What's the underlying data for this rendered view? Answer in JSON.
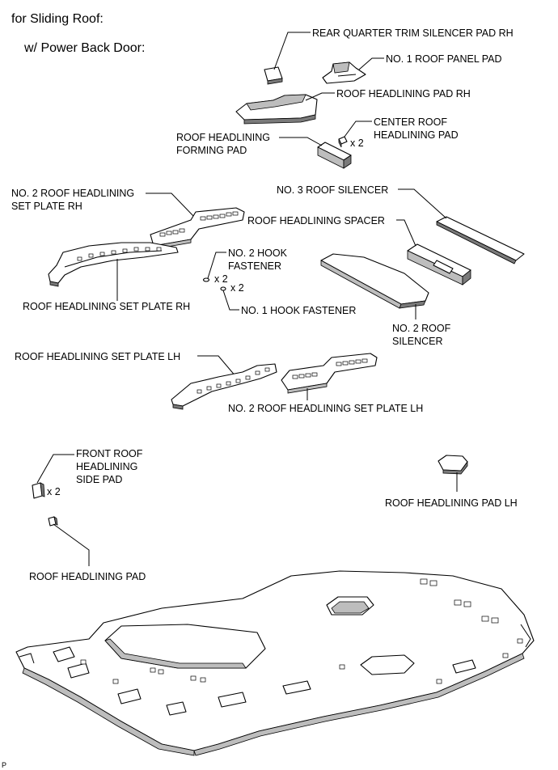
{
  "header": {
    "line1": "for Sliding Roof:",
    "line2": "w/ Power Back Door:"
  },
  "labels": {
    "rear_quarter_trim_silencer_pad_rh": "REAR QUARTER TRIM SILENCER PAD RH",
    "no1_roof_panel_pad": "NO. 1 ROOF PANEL PAD",
    "roof_headlining_pad_rh": "ROOF HEADLINING PAD RH",
    "roof_headlining_forming_pad": [
      "ROOF HEADLINING",
      "FORMING PAD"
    ],
    "center_roof_headlining_pad": [
      "CENTER ROOF",
      "HEADLINING PAD"
    ],
    "no2_roof_headlining_set_plate_rh": [
      "NO. 2 ROOF HEADLINING",
      "SET PLATE RH"
    ],
    "no3_roof_silencer": "NO. 3 ROOF SILENCER",
    "roof_headlining_spacer": "ROOF HEADLINING SPACER",
    "no2_hook_fastener": [
      "NO. 2 HOOK",
      "FASTENER"
    ],
    "roof_headlining_set_plate_rh": "ROOF HEADLINING SET PLATE RH",
    "no1_hook_fastener": "NO. 1 HOOK FASTENER",
    "no2_roof_silencer": [
      "NO. 2 ROOF",
      "SILENCER"
    ],
    "roof_headlining_set_plate_lh": "ROOF HEADLINING SET PLATE LH",
    "no2_roof_headlining_set_plate_lh": "NO. 2 ROOF HEADLINING SET PLATE LH",
    "front_roof_headlining_side_pad": [
      "FRONT ROOF",
      "HEADLINING",
      "SIDE PAD"
    ],
    "roof_headlining_pad_lh": "ROOF HEADLINING PAD LH",
    "roof_headlining_pad": "ROOF HEADLINING PAD"
  },
  "quantities": {
    "center_roof_headlining_pad": "x 2",
    "no2_hook_fastener": "x 2",
    "no1_hook_fastener": "x 2",
    "front_roof_headlining_side_pad": "x 2"
  },
  "figure_code": "P"
}
